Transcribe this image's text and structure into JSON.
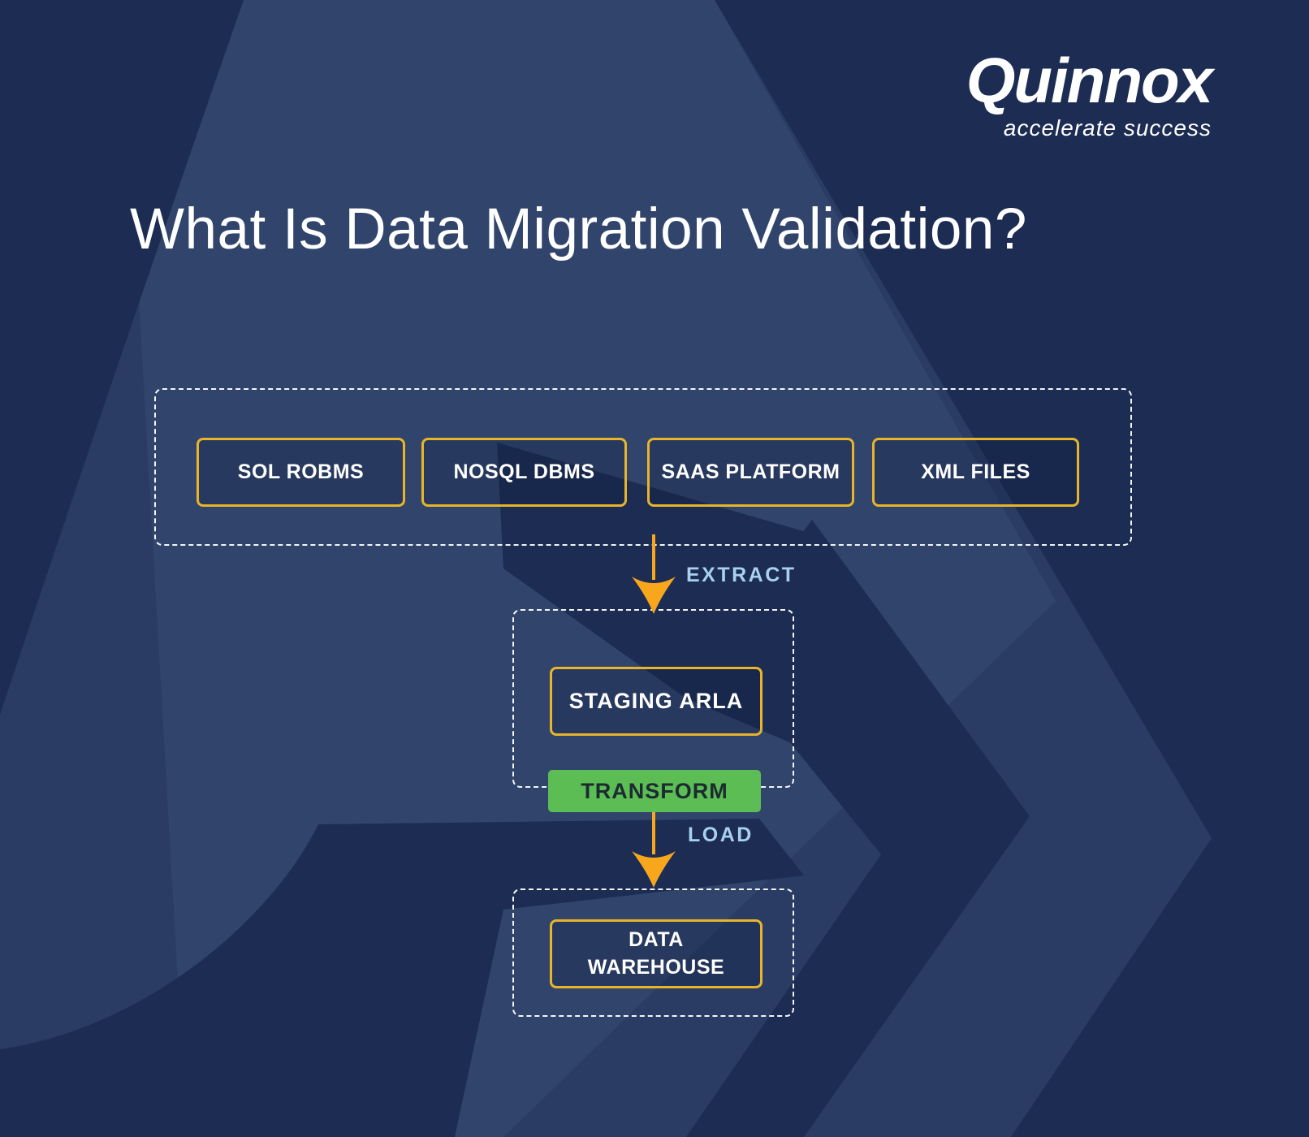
{
  "logo": {
    "brand": "Quinnox",
    "tagline": "accelerate success"
  },
  "title": "What Is Data Migration Validation?",
  "sources": [
    "SOL ROBMS",
    "NOSQL DBMS",
    "SAAS PLATFORM",
    "XML FILES"
  ],
  "flow": {
    "extract_label": "EXTRACT",
    "staging_box": "STAGING ARLA",
    "transform_label": "TRANSFORM",
    "load_label": "LOAD",
    "warehouse_box": "DATA WAREHOUSE"
  },
  "colors": {
    "gold_border": "#e8b42a",
    "green_transform": "#5cbd55",
    "arrow_orange": "#f8a71d",
    "label_light_blue": "#a7d1ed",
    "background_base": "#2a3c64",
    "background_dark": "#1c2c53",
    "background_light": "#31456c",
    "text_white": "#ffffff",
    "transform_text": "#1c2b30"
  }
}
